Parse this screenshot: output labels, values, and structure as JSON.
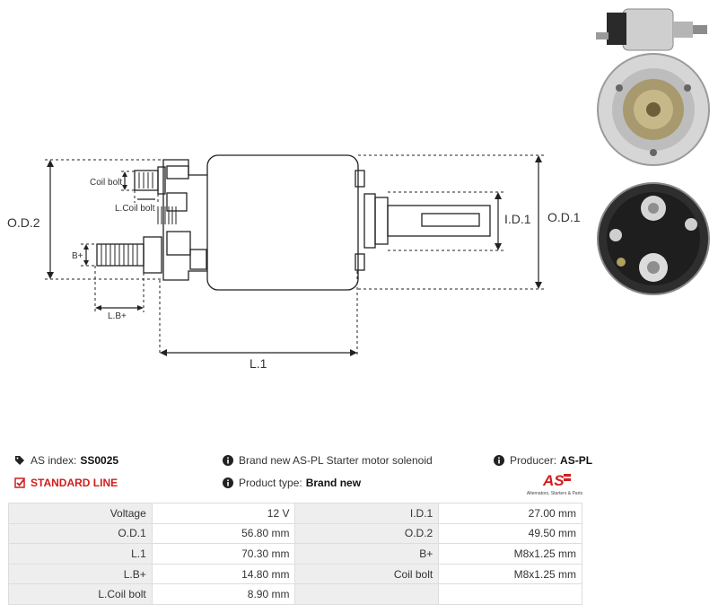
{
  "diagram": {
    "labels": {
      "od2": "O.D.2",
      "od1": "O.D.1",
      "id1": "I.D.1",
      "l1": "L.1",
      "coil_bolt": "Coil bolt",
      "l_coil_bolt": "L.Coil bolt",
      "b_plus": "B+",
      "l_b_plus": "L.B+"
    }
  },
  "info": {
    "as_index_label": "AS index:",
    "as_index_value": "SS0025",
    "line": "STANDARD LINE",
    "description": "Brand new AS-PL Starter motor solenoid",
    "product_type_label": "Product type:",
    "product_type_value": "Brand new",
    "producer_label": "Producer:",
    "producer_value": "AS-PL",
    "logo_text": "AS",
    "logo_subtext": "Alternators, Starters & Parts"
  },
  "specs": [
    [
      "Voltage",
      "12 V",
      "I.D.1",
      "27.00 mm"
    ],
    [
      "O.D.1",
      "56.80 mm",
      "O.D.2",
      "49.50 mm"
    ],
    [
      "L.1",
      "70.30 mm",
      "B+",
      "M8x1.25 mm"
    ],
    [
      "L.B+",
      "14.80 mm",
      "Coil bolt",
      "M8x1.25 mm"
    ],
    [
      "L.Coil bolt",
      "8.90 mm",
      "",
      ""
    ]
  ],
  "colors": {
    "accent_red": "#d11d1d",
    "table_label_bg": "#eeeeee",
    "text": "#333333"
  }
}
